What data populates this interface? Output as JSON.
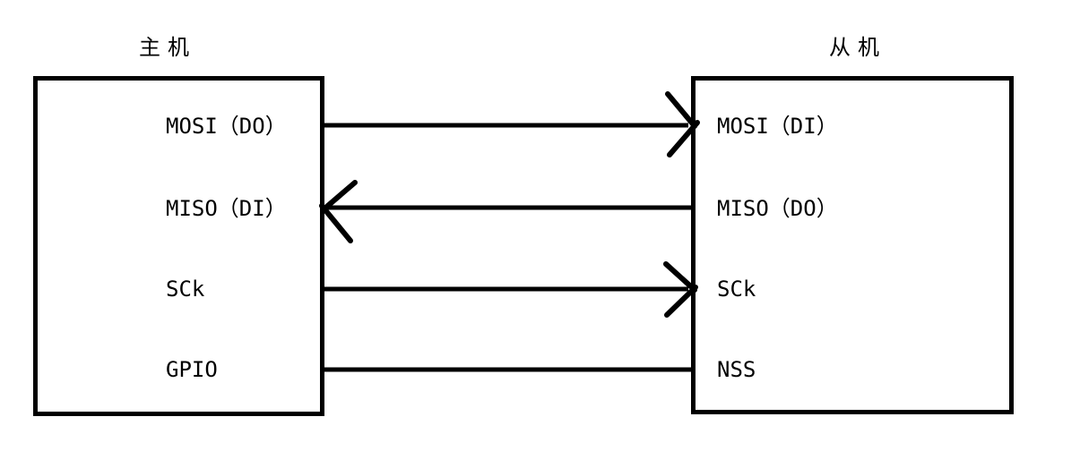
{
  "diagram": {
    "type": "wiring-diagram",
    "topic": "SPI master-slave connection",
    "colors": {
      "line": "#000000",
      "background": "#ffffff"
    },
    "master": {
      "title": "主机",
      "pins": [
        "MOSI（DO）",
        "MISO（DI）",
        "SCk",
        "GPIO"
      ]
    },
    "slave": {
      "title": "从机",
      "pins": [
        "MOSI（DI）",
        "MISO（DO）",
        "SCk",
        "NSS"
      ]
    },
    "connections": [
      {
        "from": "master.MOSI（DO）",
        "to": "slave.MOSI（DI）",
        "direction": "left-to-right",
        "arrowhead": "right"
      },
      {
        "from": "slave.MISO（DO）",
        "to": "master.MISO（DI）",
        "direction": "right-to-left",
        "arrowhead": "left"
      },
      {
        "from": "master.SCk",
        "to": "slave.SCk",
        "direction": "left-to-right",
        "arrowhead": "right"
      },
      {
        "from": "master.GPIO",
        "to": "slave.NSS",
        "direction": "none",
        "arrowhead": "none"
      }
    ]
  }
}
